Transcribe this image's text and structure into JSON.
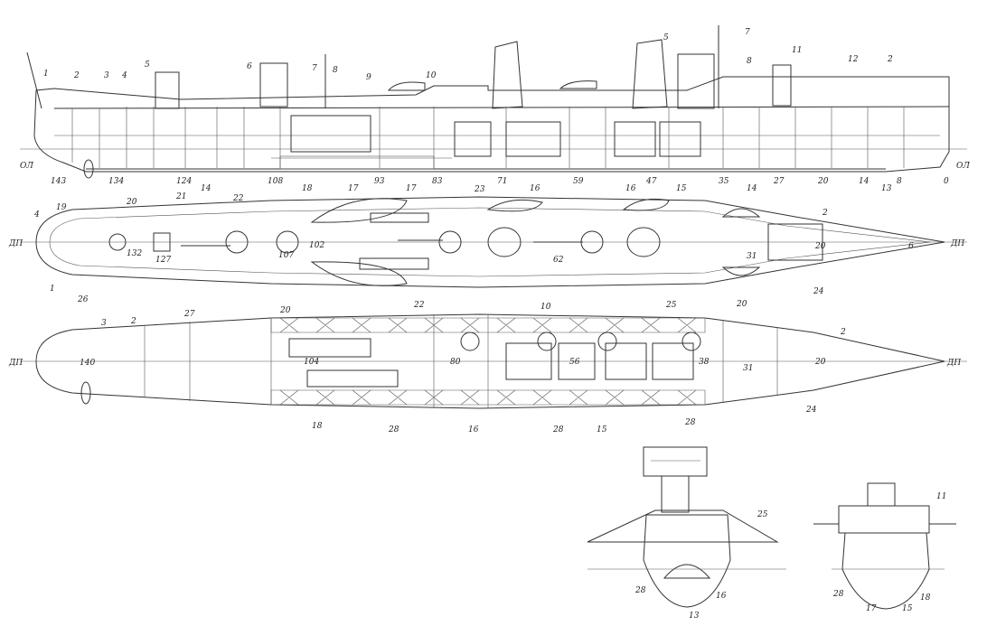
{
  "drawing": {
    "waterline_label": "ОЛ",
    "centerline_label": "ДП",
    "side_view_labels": [
      "1",
      "2",
      "3",
      "4",
      "5",
      "6",
      "7",
      "8",
      "9",
      "10",
      "5",
      "7",
      "8",
      "11",
      "12",
      "2"
    ],
    "side_view_frames": [
      "143",
      "134",
      "124",
      "14",
      "108",
      "18",
      "17",
      "93",
      "17",
      "83",
      "71",
      "16",
      "59",
      "16",
      "47",
      "15",
      "35",
      "14",
      "27",
      "20",
      "14",
      "13",
      "8",
      "0"
    ],
    "deck_plan_labels": [
      "4",
      "19",
      "20",
      "21",
      "22",
      "23",
      "2",
      "132",
      "127",
      "107",
      "102",
      "62",
      "31",
      "20",
      "6",
      "1",
      "26",
      "20",
      "22",
      "10",
      "25",
      "20",
      "24"
    ],
    "hold_plan_labels": [
      "3",
      "2",
      "27",
      "2",
      "140",
      "104",
      "80",
      "56",
      "38",
      "31",
      "20",
      "18",
      "28",
      "16",
      "28",
      "15",
      "28",
      "24"
    ],
    "section_fwd_labels": [
      "25",
      "28",
      "16",
      "13"
    ],
    "section_aft_labels": [
      "11",
      "28",
      "17",
      "15",
      "18"
    ]
  }
}
